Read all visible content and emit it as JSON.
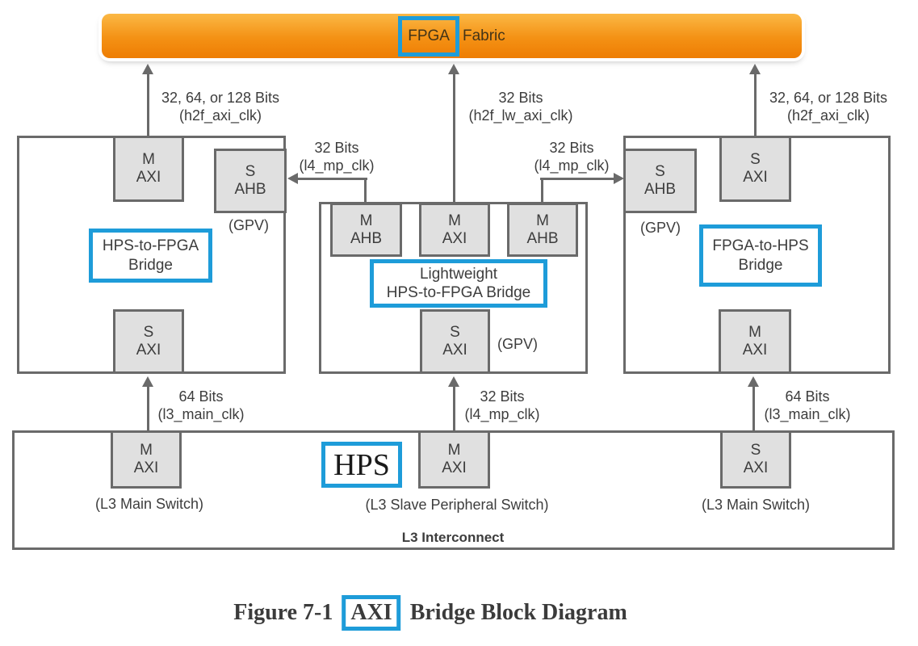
{
  "colors": {
    "highlight_blue": "#1E9CD9",
    "fabric_gradient_top": "#FBB845",
    "fabric_gradient_bottom": "#EE7D03",
    "line_gray": "#6A6A6A",
    "port_fill": "#E0E0E0"
  },
  "fabric": {
    "highlight": "FPGA",
    "rest": "Fabric"
  },
  "left_block": {
    "bridge_line1": "HPS-to-FPGA",
    "bridge_line2": "Bridge",
    "top_port": {
      "line1": "M",
      "line2": "AXI"
    },
    "gpv_port": {
      "line1": "S",
      "line2": "AHB"
    },
    "gpv_label": "(GPV)",
    "bottom_port": {
      "line1": "S",
      "line2": "AXI"
    }
  },
  "middle_block": {
    "bridge_line1": "Lightweight",
    "bridge_line2": "HPS-to-FPGA Bridge",
    "port_ahb_left": {
      "line1": "M",
      "line2": "AHB"
    },
    "port_axi": {
      "line1": "M",
      "line2": "AXI"
    },
    "port_ahb_right": {
      "line1": "M",
      "line2": "AHB"
    },
    "bottom_port": {
      "line1": "S",
      "line2": "AXI"
    },
    "gpv_label": "(GPV)"
  },
  "right_block": {
    "bridge_line1": "FPGA-to-HPS",
    "bridge_line2": "Bridge",
    "gpv_port": {
      "line1": "S",
      "line2": "AHB"
    },
    "gpv_label": "(GPV)",
    "top_port": {
      "line1": "S",
      "line2": "AXI"
    },
    "bottom_port": {
      "line1": "M",
      "line2": "AXI"
    }
  },
  "l3_block": {
    "hps_label": "HPS",
    "port_left": {
      "line1": "M",
      "line2": "AXI"
    },
    "port_middle": {
      "line1": "M",
      "line2": "AXI"
    },
    "port_right": {
      "line1": "S",
      "line2": "AXI"
    },
    "switch_left": "(L3 Main Switch)",
    "switch_middle": "(L3 Slave Peripheral Switch)",
    "switch_right": "(L3 Main Switch)",
    "title": "L3 Interconnect"
  },
  "wires": {
    "top_left": {
      "line1": "32, 64, or 128 Bits",
      "line2": "(h2f_axi_clk)"
    },
    "top_middle": {
      "line1": "32 Bits",
      "line2": "(h2f_lw_axi_clk)"
    },
    "top_right": {
      "line1": "32, 64, or 128 Bits",
      "line2": "(h2f_axi_clk)"
    },
    "mid_left": {
      "line1": "32 Bits",
      "line2": "(l4_mp_clk)"
    },
    "mid_right": {
      "line1": "32 Bits",
      "line2": "(l4_mp_clk)"
    },
    "bottom_left": {
      "line1": "64 Bits",
      "line2": "(l3_main_clk)"
    },
    "bottom_middle": {
      "line1": "32 Bits",
      "line2": "(l4_mp_clk)"
    },
    "bottom_right": {
      "line1": "64 Bits",
      "line2": "(l3_main_clk)"
    }
  },
  "caption": {
    "prefix": "Figure 7-1",
    "highlight": "AXI",
    "suffix": "Bridge Block Diagram"
  }
}
